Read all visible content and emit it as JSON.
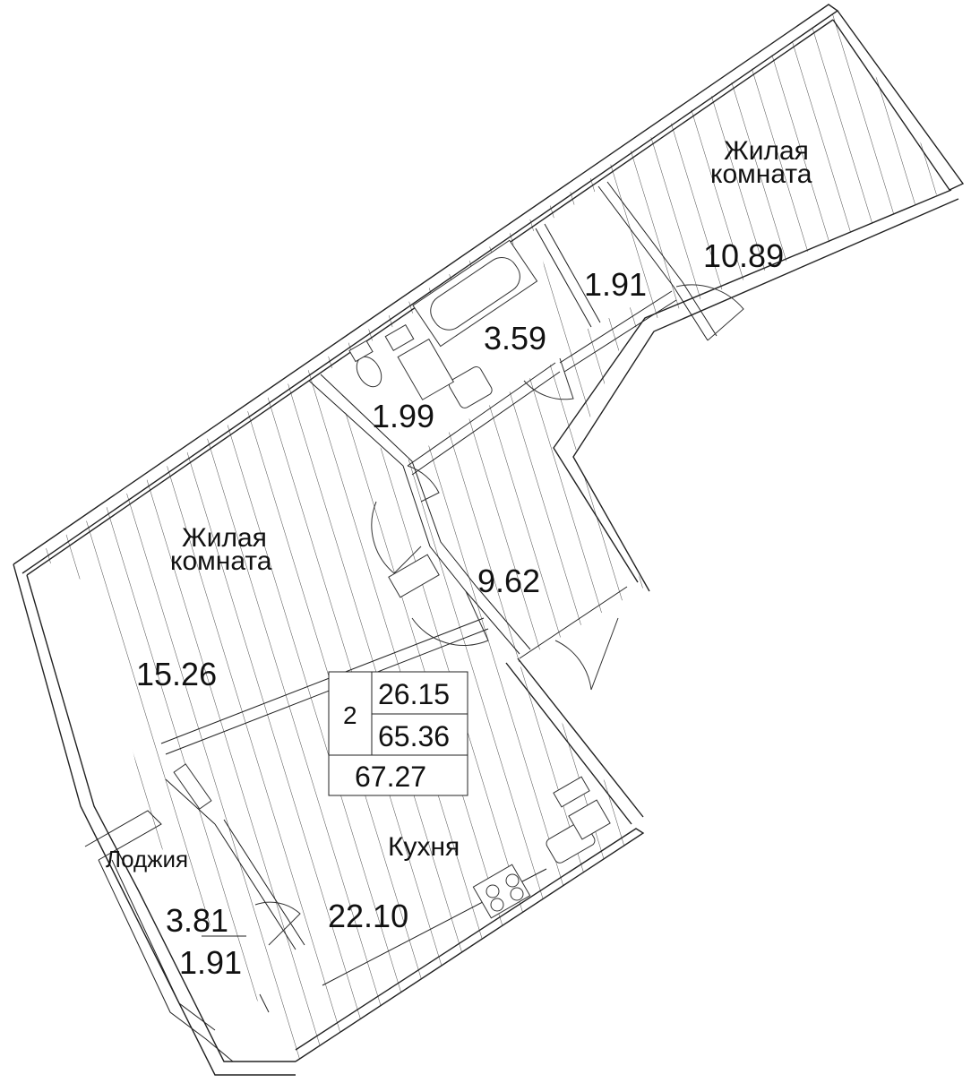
{
  "rooms": {
    "living_top": {
      "name_line1": "Жилая",
      "name_line2": "комната",
      "area": "10.89"
    },
    "closet": {
      "area": "1.91"
    },
    "bathroom": {
      "area": "3.59"
    },
    "wc": {
      "area": "1.99"
    },
    "living_left": {
      "name_line1": "Жилая",
      "name_line2": "комната",
      "area": "15.26"
    },
    "hall": {
      "area": "9.62"
    },
    "kitchen": {
      "name": "Кухня",
      "area": "22.10"
    },
    "loggia": {
      "name": "Лоджия",
      "area_full": "3.81",
      "area_reduced": "1.91"
    }
  },
  "summary": {
    "rooms_count": "2",
    "living_area": "26.15",
    "total_area": "65.36",
    "total_with_loggia": "67.27"
  },
  "style": {
    "line_color": "#222222",
    "hatch_color": "#333333",
    "background": "#ffffff"
  }
}
